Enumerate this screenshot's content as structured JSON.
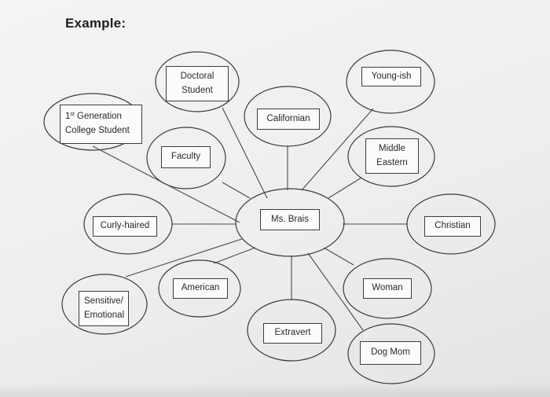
{
  "heading": "Example:",
  "diagram": {
    "center": "Ms. Brais",
    "first_gen": {
      "ordinal_number": "1",
      "ordinal_suffix": "st",
      "rest": " Generation\nCollege Student"
    },
    "doctoral": "Doctoral\nStudent",
    "californian": "Californian",
    "young_ish": "Young-ish",
    "faculty": "Faculty",
    "middle_eastern": "Middle\nEastern",
    "curly_haired": "Curly-haired",
    "christian": "Christian",
    "american": "American",
    "woman": "Woman",
    "sensitive": "Sensitive/\nEmotional",
    "extravert": "Extravert",
    "dog_mom": "Dog Mom"
  }
}
